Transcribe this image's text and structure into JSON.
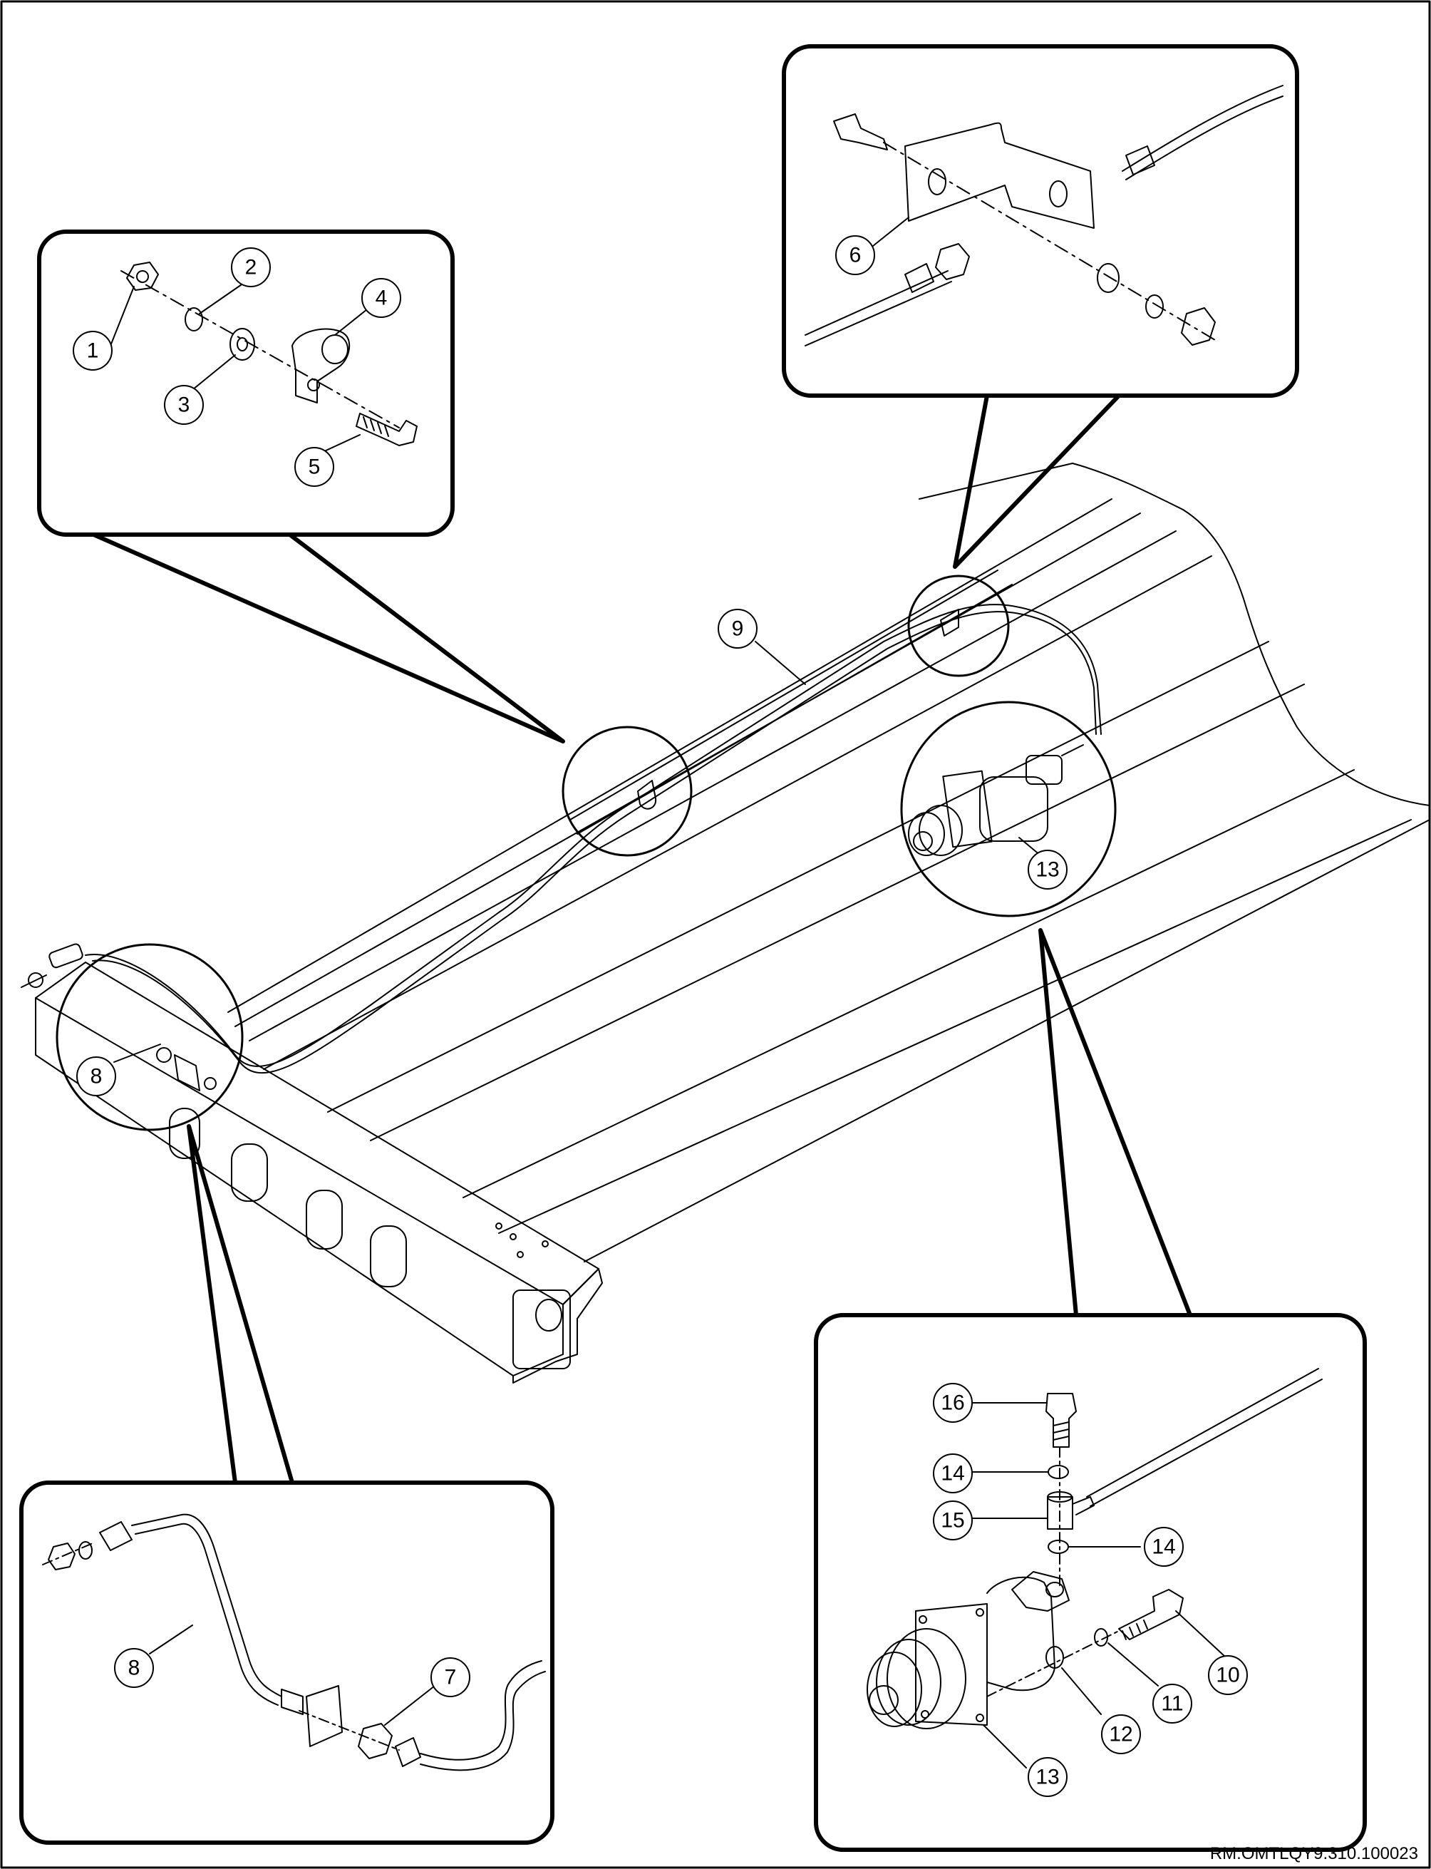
{
  "figure": {
    "reference_code": "RM.OMTLQY9.310.100023",
    "callouts": [
      {
        "id": "c1",
        "label": "1"
      },
      {
        "id": "c2",
        "label": "2"
      },
      {
        "id": "c3",
        "label": "3"
      },
      {
        "id": "c4",
        "label": "4"
      },
      {
        "id": "c5",
        "label": "5"
      },
      {
        "id": "c6",
        "label": "6"
      },
      {
        "id": "c7",
        "label": "7"
      },
      {
        "id": "c8a",
        "label": "8"
      },
      {
        "id": "c8b",
        "label": "8"
      },
      {
        "id": "c9",
        "label": "9"
      },
      {
        "id": "c10",
        "label": "10"
      },
      {
        "id": "c11",
        "label": "11"
      },
      {
        "id": "c12",
        "label": "12"
      },
      {
        "id": "c13a",
        "label": "13"
      },
      {
        "id": "c13b",
        "label": "13"
      },
      {
        "id": "c14a",
        "label": "14"
      },
      {
        "id": "c14b",
        "label": "14"
      },
      {
        "id": "c15",
        "label": "15"
      },
      {
        "id": "c16",
        "label": "16"
      }
    ]
  }
}
